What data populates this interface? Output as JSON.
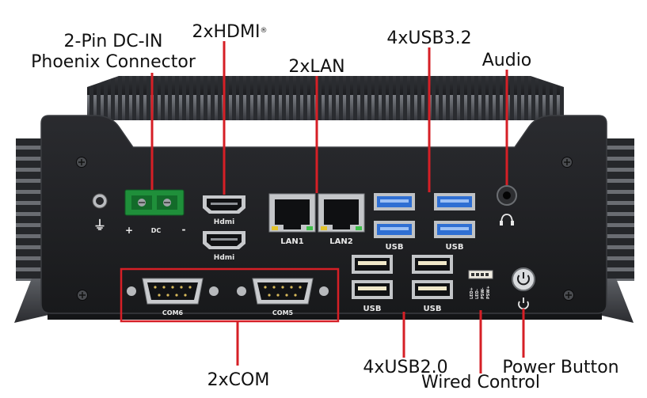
{
  "callouts": {
    "dc_in_line1": "2-Pin DC-IN",
    "dc_in_line2": "Phoenix Connector",
    "hdmi": "2xHDMI",
    "hdmi_reg": "®",
    "lan": "2xLAN",
    "usb32": "4xUSB3.2",
    "audio": "Audio",
    "com": "2xCOM",
    "usb20": "4xUSB2.0",
    "wired_control": "Wired Control",
    "power_button": "Power Button"
  },
  "panel_labels": {
    "dc_plus": "+",
    "dc_text": "DC",
    "dc_minus": "-",
    "ground_symbol": "⏚",
    "hdmi_1": "Hdmi",
    "hdmi_2": "Hdmi",
    "lan1": "LAN1",
    "lan2": "LAN2",
    "usb_a": "USB",
    "usb_b": "USB",
    "usb_c": "USB",
    "usb_d": "USB",
    "com6": "COM6",
    "com5": "COM5",
    "wired_pins": [
      "LED+",
      "LED-",
      "PSW-",
      "PSW+"
    ]
  },
  "icons": {
    "power": "power-icon",
    "headphone": "headphone-icon",
    "ground": "ground-icon"
  },
  "colors": {
    "leader": "#d61f26",
    "chassis": "#1e1f22",
    "usb3_blue": "#2f6fd3",
    "phoenix_green": "#1f8f3a"
  }
}
